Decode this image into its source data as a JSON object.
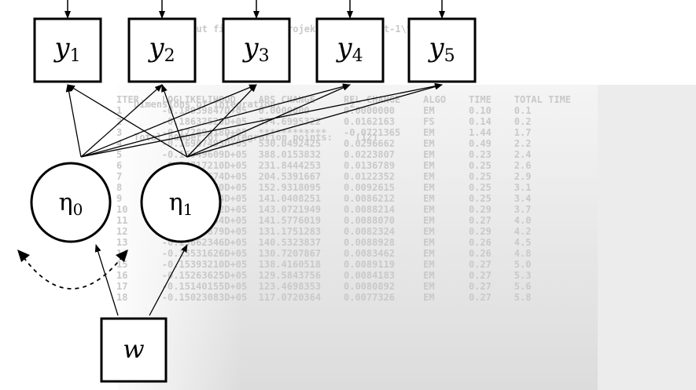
{
  "console": {
    "header_lines": [
      "Running input file 'd:\\01_projekte\\05b_pr...t-1\\test.inp'...",
      "Dimensions of integration:            2",
      "Total number of integration points:    (12)"
    ],
    "columns": [
      "ITER",
      "LOGLIKELIHOOD",
      "ABS CHANGE",
      "REL CHANGE",
      "ALGO",
      "TIME",
      "TOTAL TIME"
    ],
    "rows": [
      [
        "1",
        "-0.18939847D+05",
        "0.0000000",
        "0.0000000",
        "EM",
        "0.10",
        "0.1"
      ],
      [
        "2",
        "-0.18632520D+05",
        "374.6995322",
        "0.0162163",
        "FS",
        "0.14",
        "0.2"
      ],
      [
        "3",
        "-0.17289418D+05",
        "************",
        "-0.0721365",
        "EM",
        "1.44",
        "1.7"
      ],
      [
        "4",
        "-0.16987495D+05",
        "530.0492425",
        "0.0296662",
        "EM",
        "0.49",
        "2.2"
      ],
      [
        "5",
        "-0.16949609D+05",
        "388.0153832",
        "0.0223807",
        "EM",
        "0.23",
        "2.4"
      ],
      [
        "6",
        "-0.16717210D+05",
        "231.8444253",
        "0.0136789",
        "EM",
        "0.25",
        "2.6"
      ],
      [
        "7",
        "-0.16512674D+05",
        "204.5391667",
        "0.0122352",
        "EM",
        "0.25",
        "2.9"
      ],
      [
        "8",
        "-0.16359770D+05",
        "152.9318095",
        "0.0092615",
        "EM",
        "0.25",
        "3.1"
      ],
      [
        "9",
        "-0.16218334D+05",
        "141.0408251",
        "0.0086212",
        "EM",
        "0.25",
        "3.4"
      ],
      [
        "10",
        "-0.16075632D+05",
        "143.0721949",
        "0.0088214",
        "EM",
        "0.29",
        "3.7"
      ],
      [
        "11",
        "-0.15934054D+05",
        "141.5776019",
        "0.0088070",
        "EM",
        "0.27",
        "4.0"
      ],
      [
        "12",
        "-0.15802879D+05",
        "131.1751283",
        "0.0082324",
        "EM",
        "0.29",
        "4.2"
      ],
      [
        "13",
        "-0.15662346D+05",
        "140.5323837",
        "0.0088928",
        "EM",
        "0.26",
        "4.5"
      ],
      [
        "14",
        "-0.15531626D+05",
        "130.7207867",
        "0.0083462",
        "EM",
        "0.26",
        "4.8"
      ],
      [
        "15",
        "-0.15393210D+05",
        "138.4160518",
        "0.0089119",
        "EM",
        "0.27",
        "5.0"
      ],
      [
        "16",
        "-0.15263625D+05",
        "129.5843756",
        "0.0084183",
        "EM",
        "0.27",
        "5.3"
      ],
      [
        "17",
        "-0.15140155D+05",
        "123.4698353",
        "0.0080892",
        "EM",
        "0.27",
        "5.6"
      ],
      [
        "18",
        "-0.15023083D+05",
        "117.0720364",
        "0.0077326",
        "EM",
        "0.27",
        "5.8"
      ]
    ]
  },
  "diagram": {
    "observed": [
      {
        "base": "y",
        "sub": "1"
      },
      {
        "base": "y",
        "sub": "2"
      },
      {
        "base": "y",
        "sub": "3"
      },
      {
        "base": "y",
        "sub": "4"
      },
      {
        "base": "y",
        "sub": "5"
      }
    ],
    "latent": [
      {
        "base": "η",
        "sub": "0"
      },
      {
        "base": "η",
        "sub": "1"
      }
    ],
    "covariate": {
      "base": "w"
    }
  }
}
